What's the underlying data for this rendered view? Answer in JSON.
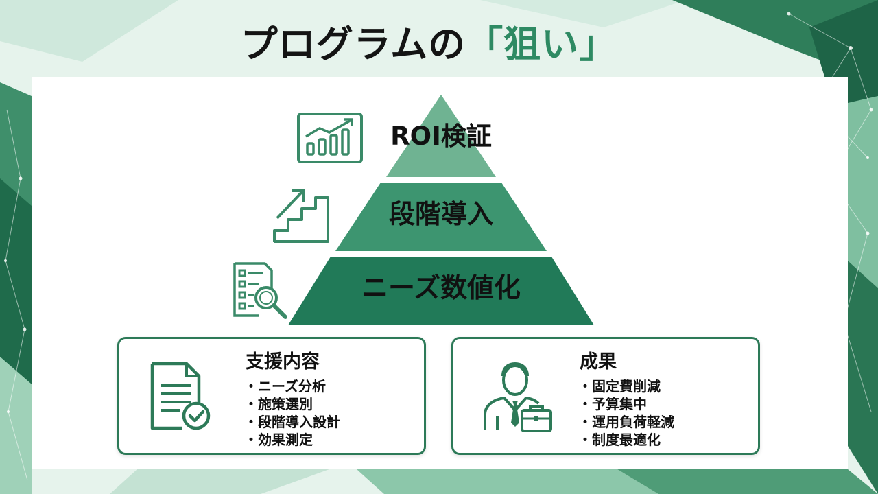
{
  "title": {
    "main": "プログラムの",
    "accent": "「狙い」"
  },
  "pyramid": {
    "tiers": [
      {
        "label": "ROI検証",
        "icon": "bar-chart-trend-icon",
        "color": "#6fb392"
      },
      {
        "label": "段階導入",
        "icon": "stairs-arrow-icon",
        "color": "#3d9570"
      },
      {
        "label": "ニーズ数値化",
        "icon": "checklist-magnifier-icon",
        "color": "#217a58"
      }
    ]
  },
  "cards": {
    "support": {
      "heading": "支援内容",
      "icon": "document-check-icon",
      "items": [
        "ニーズ分析",
        "施策選別",
        "段階導入設計",
        "効果測定"
      ]
    },
    "results": {
      "heading": "成果",
      "icon": "businessman-briefcase-icon",
      "items": [
        "固定費削減",
        "予算集中",
        "運用負荷軽減",
        "制度最適化"
      ]
    }
  },
  "colors": {
    "accent": "#2e8a63",
    "card_border": "#2d7a58",
    "icon_stroke": "#3a8a68"
  }
}
